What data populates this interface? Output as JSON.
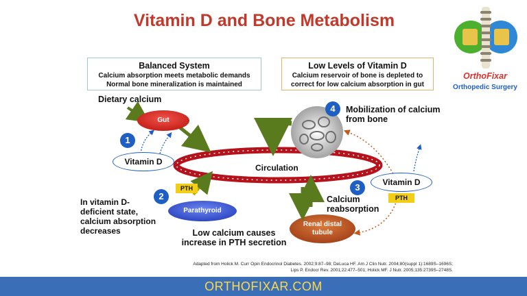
{
  "title": "Vitamin D and Bone Metabolism",
  "balanced": {
    "heading": "Balanced System",
    "line1": "Calcium absorption meets metabolic demands",
    "line2": "Normal bone mineralization is maintained"
  },
  "low": {
    "heading": "Low Levels of Vitamin D",
    "line1": "Calcium reservoir of bone is depleted to",
    "line2": "correct for low calcium absorption in gut"
  },
  "labels": {
    "dietary": "Dietary calcium",
    "gut": "Gut",
    "vitd_left": "Vitamin D",
    "vitd_right": "Vitamin D",
    "circulation": "Circulation",
    "pth_left": "PTH",
    "pth_right": "PTH",
    "parathyroid": "Parathyroid",
    "renal1": "Renal distal",
    "renal2": "tubule",
    "mobil1": "Mobilization of calcium",
    "mobil2": "from bone",
    "reabs1": "Calcium",
    "reabs2": "reabsorption",
    "deficient1": "In vitamin D-",
    "deficient2": "deficient state,",
    "deficient3": "calcium absorption",
    "deficient4": "decreases",
    "lowca1": "Low calcium causes",
    "lowca2": "increase in PTH secretion"
  },
  "steps": [
    "1",
    "2",
    "3",
    "4"
  ],
  "citation": {
    "line1": "Adapted from  Holick M.  Curr Opin Endocrinol Diabetes. 2002;9:87–98; DeLuca HF. Am J Clin Nutr. 2004;80(suppl 1):1689S–1696S;",
    "line2": "Lips P. Endocr Rev. 2001;22:477–501; Holick MF. J Nutr. 2005;135:2739S–2748S."
  },
  "logo": {
    "name": "OrthoFixar",
    "tagline": "Orthopedic Surgery"
  },
  "footer": "ORTHOFIXAR.COM",
  "colors": {
    "title": "#c0392b",
    "gut": "#d9322b",
    "circulation": "#b5121b",
    "parathyroid": "#3d5bd6",
    "renal": "#c25a1e",
    "step": "#1f5fc4",
    "pth": "#f2cf16",
    "arrow_green": "#5a7a1e",
    "footer_bg": "#3a6fb7",
    "footer_text": "#ffd84a"
  }
}
